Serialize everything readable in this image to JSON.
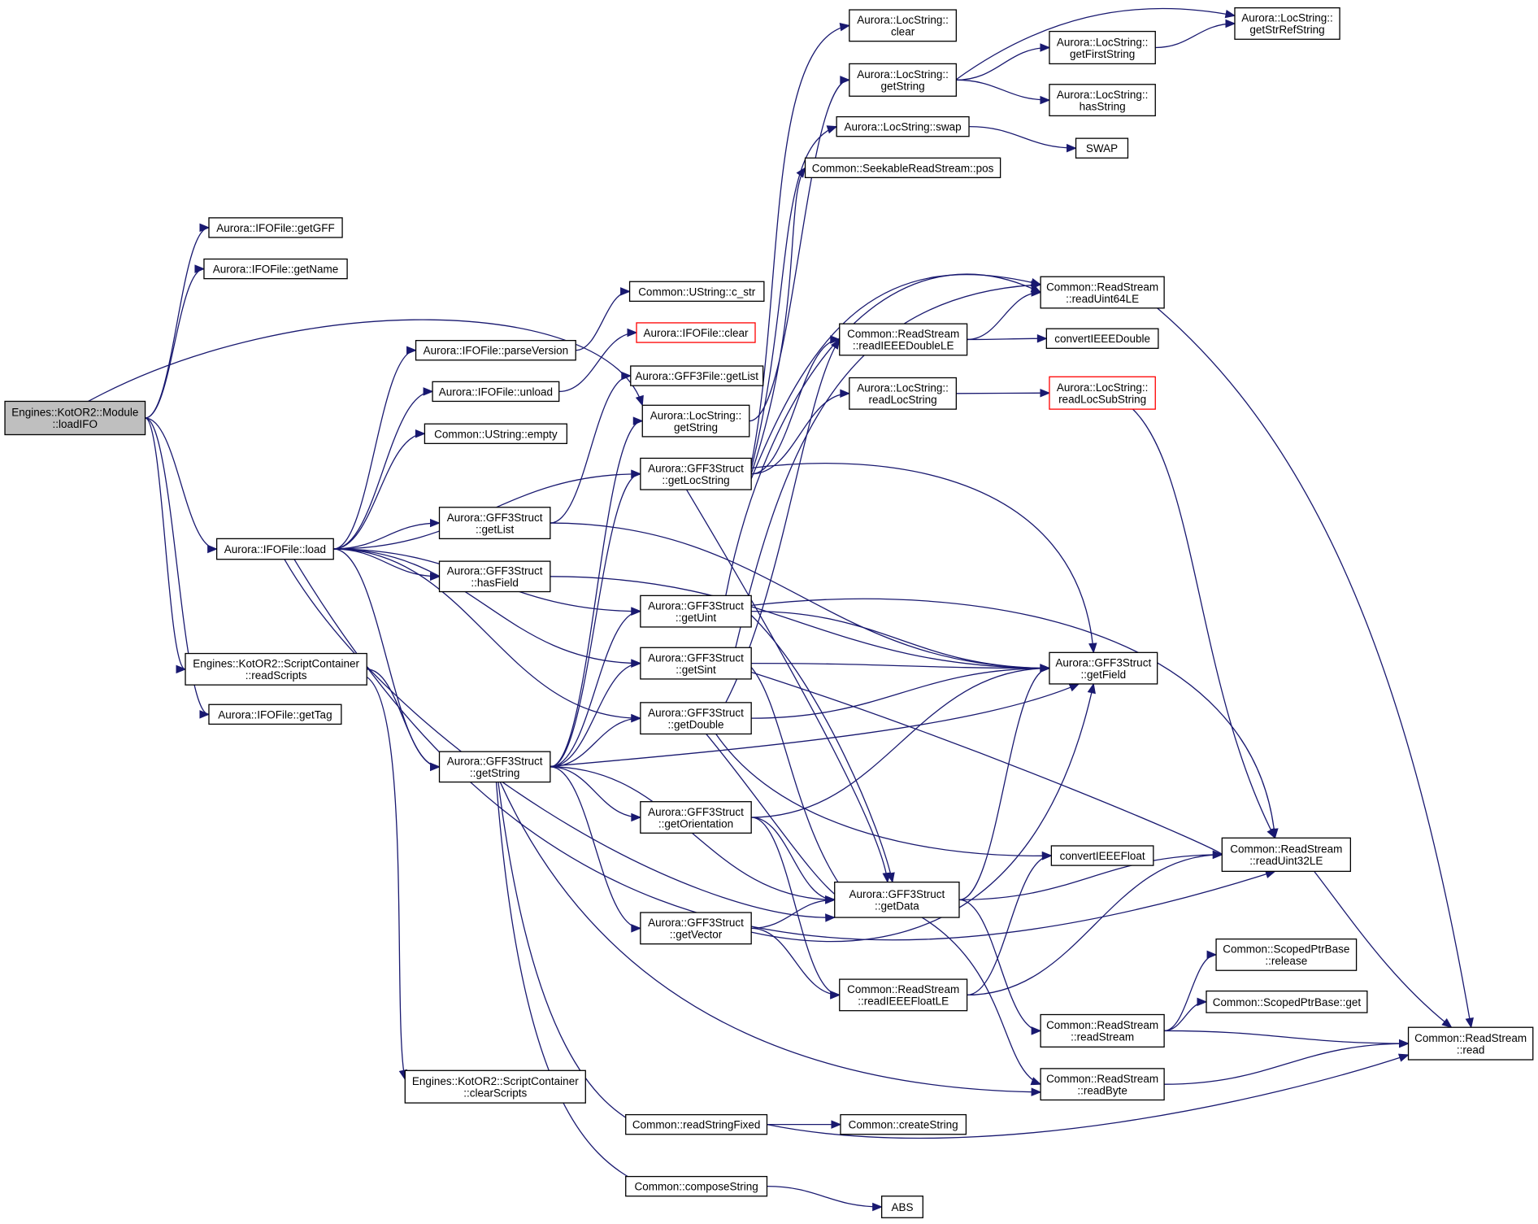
{
  "colors": {
    "edge": "#191970",
    "node_border": "#000000",
    "root_fill": "#bfbfbf",
    "highlight_border": "#ff0000"
  },
  "nodes": [
    {
      "id": "loadIFO",
      "lines": [
        "Engines::KotOR2::Module",
        "::loadIFO"
      ],
      "root": true
    },
    {
      "id": "getGFF",
      "lines": [
        "Aurora::IFOFile::getGFF"
      ]
    },
    {
      "id": "getName",
      "lines": [
        "Aurora::IFOFile::getName"
      ]
    },
    {
      "id": "load",
      "lines": [
        "Aurora::IFOFile::load"
      ]
    },
    {
      "id": "readScripts",
      "lines": [
        "Engines::KotOR2::ScriptContainer",
        "::readScripts"
      ]
    },
    {
      "id": "getTag",
      "lines": [
        "Aurora::IFOFile::getTag"
      ]
    },
    {
      "id": "parseVersion",
      "lines": [
        "Aurora::IFOFile::parseVersion"
      ]
    },
    {
      "id": "unload",
      "lines": [
        "Aurora::IFOFile::unload"
      ]
    },
    {
      "id": "ustrEmpty",
      "lines": [
        "Common::UString::empty"
      ]
    },
    {
      "id": "gsGetList",
      "lines": [
        "Aurora::GFF3Struct",
        "::getList"
      ]
    },
    {
      "id": "gsHasField",
      "lines": [
        "Aurora::GFF3Struct",
        "::hasField"
      ]
    },
    {
      "id": "gsGetString",
      "lines": [
        "Aurora::GFF3Struct",
        "::getString"
      ]
    },
    {
      "id": "clearScripts",
      "lines": [
        "Engines::KotOR2::ScriptContainer",
        "::clearScripts"
      ]
    },
    {
      "id": "cstr",
      "lines": [
        "Common::UString::c_str"
      ]
    },
    {
      "id": "ifoClear",
      "lines": [
        "Aurora::IFOFile::clear"
      ],
      "red": true
    },
    {
      "id": "gffFileGetList",
      "lines": [
        "Aurora::GFF3File::getList"
      ]
    },
    {
      "id": "lsGetStringMid",
      "lines": [
        "Aurora::LocString::",
        "getString"
      ]
    },
    {
      "id": "gsGetLocString",
      "lines": [
        "Aurora::GFF3Struct",
        "::getLocString"
      ]
    },
    {
      "id": "gsGetUint",
      "lines": [
        "Aurora::GFF3Struct",
        "::getUint"
      ]
    },
    {
      "id": "gsGetSint",
      "lines": [
        "Aurora::GFF3Struct",
        "::getSint"
      ]
    },
    {
      "id": "gsGetDouble",
      "lines": [
        "Aurora::GFF3Struct",
        "::getDouble"
      ]
    },
    {
      "id": "gsGetOrientation",
      "lines": [
        "Aurora::GFF3Struct",
        "::getOrientation"
      ]
    },
    {
      "id": "gsGetVector",
      "lines": [
        "Aurora::GFF3Struct",
        "::getVector"
      ]
    },
    {
      "id": "readStringFixed",
      "lines": [
        "Common::readStringFixed"
      ]
    },
    {
      "id": "composeString",
      "lines": [
        "Common::composeString"
      ]
    },
    {
      "id": "lsClear",
      "lines": [
        "Aurora::LocString::",
        "clear"
      ]
    },
    {
      "id": "lsGetStringTop",
      "lines": [
        "Aurora::LocString::",
        "getString"
      ]
    },
    {
      "id": "lsSwap",
      "lines": [
        "Aurora::LocString::swap"
      ]
    },
    {
      "id": "srsPos",
      "lines": [
        "Common::SeekableReadStream::pos"
      ]
    },
    {
      "id": "readIEEEDoubleLE",
      "lines": [
        "Common::ReadStream",
        "::readIEEEDoubleLE"
      ]
    },
    {
      "id": "lsReadLocString",
      "lines": [
        "Aurora::LocString::",
        "readLocString"
      ]
    },
    {
      "id": "gsGetData",
      "lines": [
        "Aurora::GFF3Struct",
        "::getData"
      ]
    },
    {
      "id": "readIEEEFloatLE",
      "lines": [
        "Common::ReadStream",
        "::readIEEEFloatLE"
      ]
    },
    {
      "id": "createString",
      "lines": [
        "Common::createString"
      ]
    },
    {
      "id": "abs",
      "lines": [
        "ABS"
      ]
    },
    {
      "id": "getFirstString",
      "lines": [
        "Aurora::LocString::",
        "getFirstString"
      ]
    },
    {
      "id": "hasString",
      "lines": [
        "Aurora::LocString::",
        "hasString"
      ]
    },
    {
      "id": "swapFn",
      "lines": [
        "SWAP"
      ]
    },
    {
      "id": "readUint64LE",
      "lines": [
        "Common::ReadStream",
        "::readUint64LE"
      ]
    },
    {
      "id": "convertIEEEDouble",
      "lines": [
        "convertIEEEDouble"
      ]
    },
    {
      "id": "readLocSubString",
      "lines": [
        "Aurora::LocString::",
        "readLocSubString"
      ],
      "red": true
    },
    {
      "id": "gsGetField",
      "lines": [
        "Aurora::GFF3Struct",
        "::getField"
      ]
    },
    {
      "id": "convertIEEEFloat",
      "lines": [
        "convertIEEEFloat"
      ]
    },
    {
      "id": "readStream",
      "lines": [
        "Common::ReadStream",
        "::readStream"
      ]
    },
    {
      "id": "readByte",
      "lines": [
        "Common::ReadStream",
        "::readByte"
      ]
    },
    {
      "id": "getStrRefString",
      "lines": [
        "Aurora::LocString::",
        "getStrRefString"
      ]
    },
    {
      "id": "readUint32LE",
      "lines": [
        "Common::ReadStream",
        "::readUint32LE"
      ]
    },
    {
      "id": "spRelease",
      "lines": [
        "Common::ScopedPtrBase",
        "::release"
      ]
    },
    {
      "id": "spGet",
      "lines": [
        "Common::ScopedPtrBase::get"
      ]
    },
    {
      "id": "rsRead",
      "lines": [
        "Common::ReadStream",
        "::read"
      ]
    }
  ],
  "edges": [
    [
      "loadIFO",
      "getGFF"
    ],
    [
      "loadIFO",
      "getName"
    ],
    [
      "loadIFO",
      "lsGetStringMid"
    ],
    [
      "loadIFO",
      "load"
    ],
    [
      "loadIFO",
      "readScripts"
    ],
    [
      "loadIFO",
      "getTag"
    ],
    [
      "load",
      "parseVersion"
    ],
    [
      "load",
      "unload"
    ],
    [
      "load",
      "ustrEmpty"
    ],
    [
      "load",
      "gsGetLocString"
    ],
    [
      "load",
      "gsGetList"
    ],
    [
      "load",
      "gsHasField"
    ],
    [
      "load",
      "gsGetUint"
    ],
    [
      "load",
      "gsGetSint"
    ],
    [
      "load",
      "gsGetDouble"
    ],
    [
      "load",
      "gsGetString"
    ],
    [
      "load",
      "gsGetData"
    ],
    [
      "load",
      "readUint32LE"
    ],
    [
      "readScripts",
      "gsGetString"
    ],
    [
      "readScripts",
      "clearScripts"
    ],
    [
      "parseVersion",
      "cstr"
    ],
    [
      "unload",
      "ifoClear"
    ],
    [
      "gsGetList",
      "gffFileGetList"
    ],
    [
      "gsGetList",
      "gsGetField"
    ],
    [
      "gsHasField",
      "gsGetField"
    ],
    [
      "gsGetString",
      "lsGetStringMid"
    ],
    [
      "gsGetString",
      "gsGetLocString"
    ],
    [
      "gsGetString",
      "gsGetUint"
    ],
    [
      "gsGetString",
      "gsGetSint"
    ],
    [
      "gsGetString",
      "gsGetDouble"
    ],
    [
      "gsGetString",
      "gsGetField"
    ],
    [
      "gsGetString",
      "gsGetOrientation"
    ],
    [
      "gsGetString",
      "gsGetData"
    ],
    [
      "gsGetString",
      "gsGetVector"
    ],
    [
      "gsGetString",
      "readStringFixed"
    ],
    [
      "gsGetString",
      "composeString"
    ],
    [
      "gsGetString",
      "readByte"
    ],
    [
      "lsGetStringMid",
      "lsGetStringTop"
    ],
    [
      "gsGetLocString",
      "lsClear"
    ],
    [
      "gsGetLocString",
      "lsSwap"
    ],
    [
      "gsGetLocString",
      "srsPos"
    ],
    [
      "gsGetLocString",
      "readUint64LE"
    ],
    [
      "gsGetLocString",
      "readIEEEDoubleLE"
    ],
    [
      "gsGetLocString",
      "lsReadLocString"
    ],
    [
      "gsGetLocString",
      "gsGetField"
    ],
    [
      "gsGetLocString",
      "gsGetData"
    ],
    [
      "gsGetUint",
      "readUint64LE"
    ],
    [
      "gsGetUint",
      "gsGetField"
    ],
    [
      "gsGetUint",
      "gsGetData"
    ],
    [
      "gsGetUint",
      "readUint32LE"
    ],
    [
      "gsGetSint",
      "readUint64LE"
    ],
    [
      "gsGetSint",
      "gsGetField"
    ],
    [
      "gsGetSint",
      "gsGetData"
    ],
    [
      "gsGetSint",
      "readUint32LE"
    ],
    [
      "gsGetDouble",
      "readIEEEDoubleLE"
    ],
    [
      "gsGetDouble",
      "gsGetField"
    ],
    [
      "gsGetDouble",
      "gsGetData"
    ],
    [
      "gsGetDouble",
      "convertIEEEFloat"
    ],
    [
      "gsGetOrientation",
      "gsGetField"
    ],
    [
      "gsGetOrientation",
      "gsGetData"
    ],
    [
      "gsGetOrientation",
      "readIEEEFloatLE"
    ],
    [
      "gsGetVector",
      "gsGetData"
    ],
    [
      "gsGetVector",
      "gsGetField"
    ],
    [
      "gsGetVector",
      "readIEEEFloatLE"
    ],
    [
      "readStringFixed",
      "createString"
    ],
    [
      "readStringFixed",
      "rsRead"
    ],
    [
      "composeString",
      "abs"
    ],
    [
      "lsGetStringTop",
      "getFirstString"
    ],
    [
      "lsGetStringTop",
      "hasString"
    ],
    [
      "lsGetStringTop",
      "getStrRefString"
    ],
    [
      "getFirstString",
      "getStrRefString"
    ],
    [
      "lsSwap",
      "swapFn"
    ],
    [
      "readIEEEDoubleLE",
      "readUint64LE"
    ],
    [
      "readIEEEDoubleLE",
      "convertIEEEDouble"
    ],
    [
      "lsReadLocString",
      "readLocSubString"
    ],
    [
      "readLocSubString",
      "readUint32LE"
    ],
    [
      "gsGetData",
      "gsGetField"
    ],
    [
      "gsGetData",
      "readUint32LE"
    ],
    [
      "gsGetData",
      "readStream"
    ],
    [
      "gsGetData",
      "readByte"
    ],
    [
      "readIEEEFloatLE",
      "convertIEEEFloat"
    ],
    [
      "readIEEEFloatLE",
      "readUint32LE"
    ],
    [
      "readStream",
      "spRelease"
    ],
    [
      "readStream",
      "spGet"
    ],
    [
      "readStream",
      "rsRead"
    ],
    [
      "readByte",
      "rsRead"
    ],
    [
      "readUint64LE",
      "rsRead"
    ],
    [
      "readUint32LE",
      "rsRead"
    ]
  ]
}
